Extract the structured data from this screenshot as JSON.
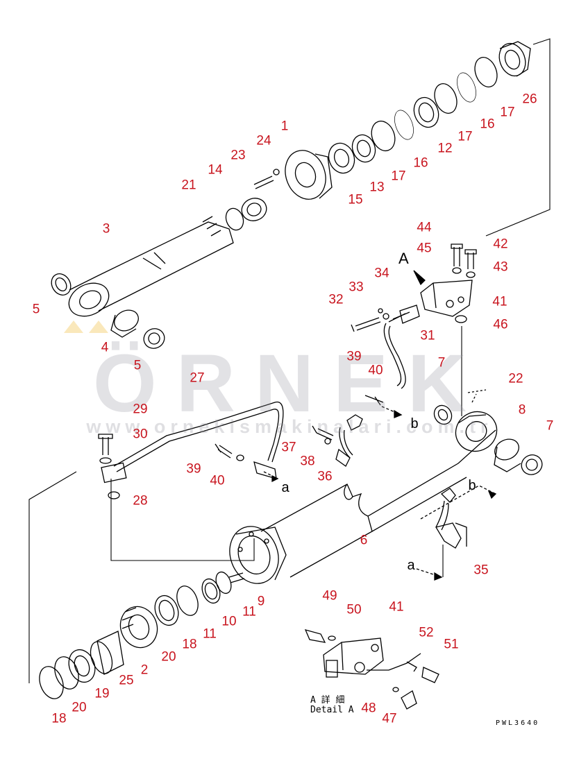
{
  "diagram": {
    "code": "PWL3640",
    "view_mark": "A",
    "detail_caption_jp": "A 詳 細",
    "detail_caption_en": "Detail A"
  },
  "labels": [
    {
      "id": "1",
      "text": "1"
    },
    {
      "id": "2",
      "text": "2"
    },
    {
      "id": "3",
      "text": "3"
    },
    {
      "id": "4",
      "text": "4"
    },
    {
      "id": "5a",
      "text": "5"
    },
    {
      "id": "5b",
      "text": "5"
    },
    {
      "id": "6",
      "text": "6"
    },
    {
      "id": "7a",
      "text": "7"
    },
    {
      "id": "7b",
      "text": "7"
    },
    {
      "id": "8",
      "text": "8"
    },
    {
      "id": "9",
      "text": "9"
    },
    {
      "id": "10",
      "text": "10"
    },
    {
      "id": "11a",
      "text": "11"
    },
    {
      "id": "11b",
      "text": "11"
    },
    {
      "id": "12",
      "text": "12"
    },
    {
      "id": "13",
      "text": "13"
    },
    {
      "id": "14",
      "text": "14"
    },
    {
      "id": "15",
      "text": "15"
    },
    {
      "id": "16a",
      "text": "16"
    },
    {
      "id": "16b",
      "text": "16"
    },
    {
      "id": "17a",
      "text": "17"
    },
    {
      "id": "17b",
      "text": "17"
    },
    {
      "id": "17c",
      "text": "17"
    },
    {
      "id": "18a",
      "text": "18"
    },
    {
      "id": "18b",
      "text": "18"
    },
    {
      "id": "19",
      "text": "19"
    },
    {
      "id": "20a",
      "text": "20"
    },
    {
      "id": "20b",
      "text": "20"
    },
    {
      "id": "21",
      "text": "21"
    },
    {
      "id": "22",
      "text": "22"
    },
    {
      "id": "23",
      "text": "23"
    },
    {
      "id": "24",
      "text": "24"
    },
    {
      "id": "25",
      "text": "25"
    },
    {
      "id": "26",
      "text": "26"
    },
    {
      "id": "27",
      "text": "27"
    },
    {
      "id": "28",
      "text": "28"
    },
    {
      "id": "29",
      "text": "29"
    },
    {
      "id": "30",
      "text": "30"
    },
    {
      "id": "31",
      "text": "31"
    },
    {
      "id": "32",
      "text": "32"
    },
    {
      "id": "33",
      "text": "33"
    },
    {
      "id": "34",
      "text": "34"
    },
    {
      "id": "35",
      "text": "35"
    },
    {
      "id": "36",
      "text": "36"
    },
    {
      "id": "37",
      "text": "37"
    },
    {
      "id": "38",
      "text": "38"
    },
    {
      "id": "39a",
      "text": "39"
    },
    {
      "id": "39b",
      "text": "39"
    },
    {
      "id": "40a",
      "text": "40"
    },
    {
      "id": "40b",
      "text": "40"
    },
    {
      "id": "41a",
      "text": "41"
    },
    {
      "id": "41b",
      "text": "41"
    },
    {
      "id": "42",
      "text": "42"
    },
    {
      "id": "43",
      "text": "43"
    },
    {
      "id": "44",
      "text": "44"
    },
    {
      "id": "45",
      "text": "45"
    },
    {
      "id": "46",
      "text": "46"
    },
    {
      "id": "47",
      "text": "47"
    },
    {
      "id": "48",
      "text": "48"
    },
    {
      "id": "49",
      "text": "49"
    },
    {
      "id": "50",
      "text": "50"
    },
    {
      "id": "51",
      "text": "51"
    },
    {
      "id": "52",
      "text": "52"
    }
  ],
  "letters": [
    {
      "id": "a1",
      "text": "a"
    },
    {
      "id": "a2",
      "text": "a"
    },
    {
      "id": "b1",
      "text": "b"
    },
    {
      "id": "b2",
      "text": "b"
    }
  ],
  "watermark": {
    "brand": "ÖRNEK",
    "url": "www.ornekismakinalari.com.tr",
    "color": "#9696a0"
  },
  "colors": {
    "label": "#c8141e",
    "line": "#000000"
  }
}
